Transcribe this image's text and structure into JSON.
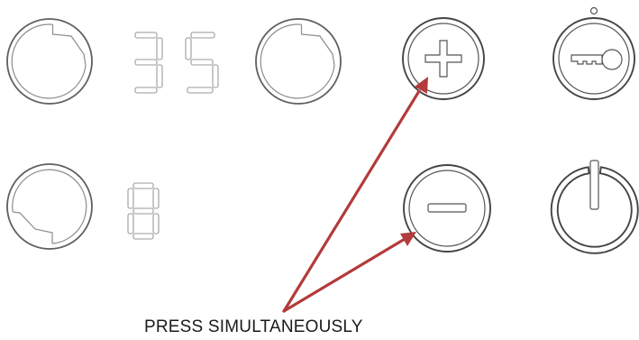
{
  "display": {
    "primary_digits": [
      "3",
      "5"
    ],
    "secondary_digits": [
      "8"
    ]
  },
  "controls": {
    "zones": [
      "top-left-zone",
      "top-center-zone",
      "bottom-left-zone"
    ],
    "buttons": [
      "plus",
      "minus",
      "key-lock",
      "power"
    ]
  },
  "annotation": {
    "caption": "PRESS SIMULTANEOUSLY",
    "arrow_color": "#b33b3b",
    "targets": [
      "plus-button",
      "minus-button"
    ]
  },
  "colors": {
    "background": "#ffffff",
    "outline": "#555555",
    "segment_outline": "#9a9a9a",
    "arrow": "#b33b3b"
  }
}
